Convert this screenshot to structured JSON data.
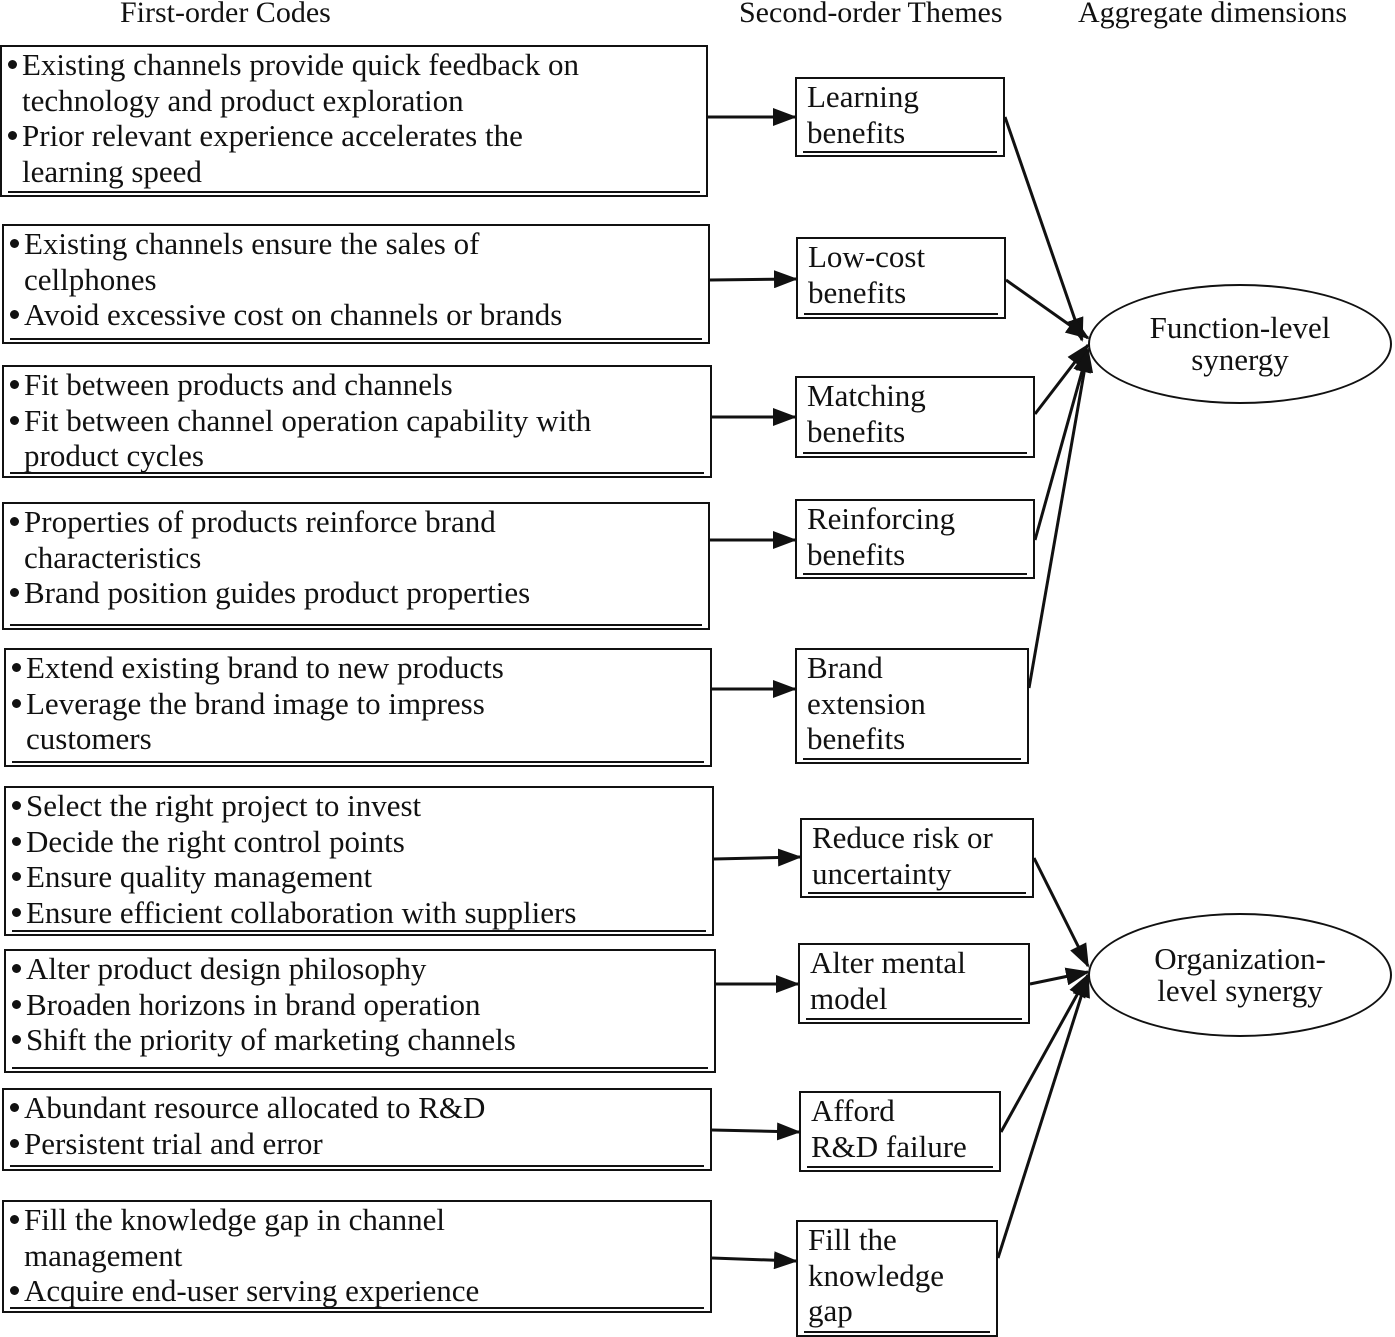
{
  "headers": {
    "first_order": "First-order Codes",
    "second_order": "Second-order Themes",
    "aggregate": "Aggregate dimensions"
  },
  "codes": [
    {
      "items": [
        [
          "Existing channels provide quick feedback on",
          "technology and product exploration"
        ],
        [
          "Prior relevant experience accelerates the",
          "learning speed"
        ]
      ]
    },
    {
      "items": [
        [
          "Existing channels ensure the sales of",
          "cellphones"
        ],
        [
          "Avoid excessive cost on channels or brands"
        ]
      ]
    },
    {
      "items": [
        [
          "Fit between products and channels"
        ],
        [
          "Fit between channel operation capability with",
          "product cycles"
        ]
      ]
    },
    {
      "items": [
        [
          "Properties of products reinforce brand",
          "characteristics"
        ],
        [
          "Brand position guides product properties"
        ]
      ]
    },
    {
      "items": [
        [
          "Extend existing brand to new products"
        ],
        [
          "Leverage the brand image to impress",
          "customers"
        ]
      ]
    },
    {
      "items": [
        [
          "Select the right project to invest"
        ],
        [
          "Decide the right control points"
        ],
        [
          "Ensure quality management"
        ],
        [
          "Ensure efficient collaboration with suppliers"
        ]
      ]
    },
    {
      "items": [
        [
          "Alter product design philosophy"
        ],
        [
          "Broaden horizons in brand operation"
        ],
        [
          "Shift the priority of marketing channels"
        ]
      ]
    },
    {
      "items": [
        [
          "Abundant resource allocated to R&D"
        ],
        [
          "Persistent trial and error"
        ]
      ]
    },
    {
      "items": [
        [
          "Fill the knowledge gap in channel",
          "management"
        ],
        [
          "Acquire end-user serving experience"
        ]
      ]
    }
  ],
  "themes": [
    [
      "Learning",
      "benefits"
    ],
    [
      "Low-cost",
      "benefits"
    ],
    [
      "Matching",
      "benefits"
    ],
    [
      "Reinforcing",
      "benefits"
    ],
    [
      "Brand",
      "extension",
      "benefits"
    ],
    [
      "Reduce risk or",
      "uncertainty"
    ],
    [
      "Alter mental",
      "model"
    ],
    [
      "Afford",
      "R&D failure"
    ],
    [
      "Fill the",
      "knowledge",
      "gap"
    ]
  ],
  "dimensions": [
    [
      "Function-level",
      "synergy"
    ],
    [
      "Organization-",
      "level synergy"
    ]
  ]
}
